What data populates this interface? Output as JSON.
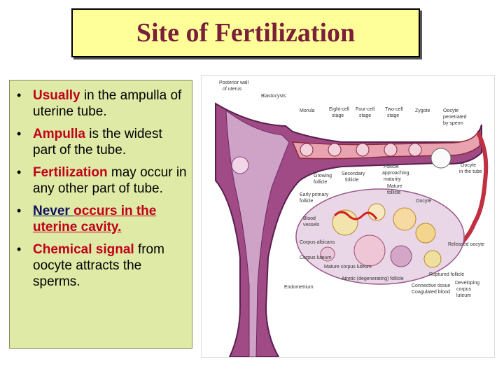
{
  "title": "Site of Fertilization",
  "bullets": [
    {
      "a": "Usually",
      "b": " in the ampulla of  uterine tube."
    },
    {
      "a": "Ampulla",
      "b": " is the  widest part of the tube."
    },
    {
      "a": "Fertilization",
      "b": " may occur in any other part of tube."
    },
    {
      "a": "Never ",
      "b": "occurs in the uterine cavity."
    },
    {
      "a": "Chemical signal",
      "b": " from oocyte attracts the sperms."
    }
  ],
  "figure": {
    "labels": {
      "posterior_wall": "Posterior wall",
      "of_uterus": "of uterus",
      "blastocysts": "Blastocysts",
      "morula": "Morula",
      "eight_cell": "Eight-cell",
      "eight_cell_2": "stage",
      "four_cell": "Four-cell",
      "four_cell_2": "stage",
      "two_cell": "Two-cell",
      "two_cell_2": "stage",
      "zygote": "Zygote",
      "oocyte_gen": "Oocyte",
      "oocyte_gen_2": "penetrated",
      "oocyte_gen_3": "by sperm",
      "oocyte_tube": "Oocyte",
      "oocyte_tube_2": "in the tube",
      "growing_follicle": "Growing",
      "growing_follicle_2": "follicle",
      "secondary_follicle": "Secondary",
      "secondary_follicle_2": "follicle",
      "follicle_approaching": "Follicle",
      "follicle_approaching_2": "approaching",
      "follicle_approaching_3": "maturity",
      "mature_follicle": "Mature",
      "mature_follicle_2": "follicle",
      "early_primary": "Early primary",
      "early_primary_2": "follicle",
      "oocyte": "Oocyte",
      "blood_vessels": "Blood",
      "blood_vessels_2": "vessels",
      "corpus_albicans": "Corpus albicans",
      "corpus_luteum": "Corpus luteum",
      "mature_corpus": "Mature corpus luteum",
      "ruptured": "Ruptured follicle",
      "released": "Released oocyte",
      "atretic": "Atretic (degenerating) follicle",
      "endometrium": "Endometrium",
      "connective": "Connective tissue",
      "coagulated": "Coagulated blood",
      "developing": "Developing",
      "developing_2": "corpus",
      "developing_3": "luteum"
    }
  }
}
